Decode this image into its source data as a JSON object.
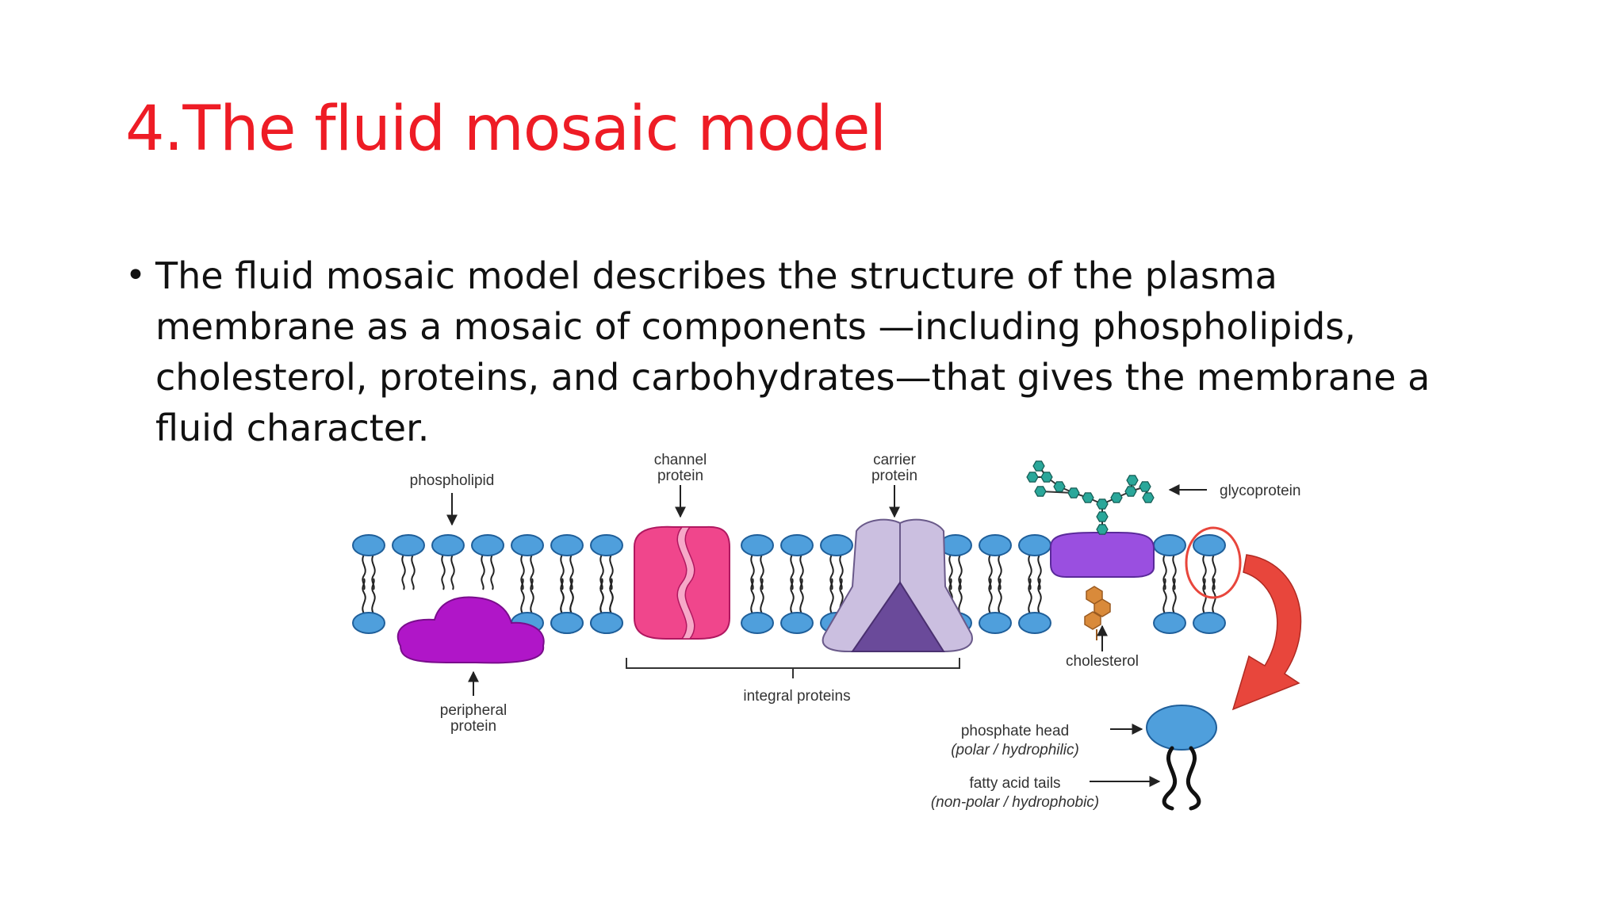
{
  "slide": {
    "title": "4.The fluid mosaic model",
    "bullet_marker": "•",
    "bullet_lines": [
      "The fluid mosaic model describes the structure of the plasma",
      "membrane as a mosaic of components —including phospholipids,",
      "cholesterol, proteins, and carbohydrates—that gives the membrane a",
      "fluid character."
    ]
  },
  "diagram": {
    "labels": {
      "phospholipid": "phospholipid",
      "channel_protein_1": "channel",
      "channel_protein_2": "protein",
      "carrier_protein_1": "carrier",
      "carrier_protein_2": "protein",
      "glycoprotein": "glycoprotein",
      "cholesterol": "cholesterol",
      "integral_proteins": "integral proteins",
      "peripheral_protein_1": "peripheral",
      "peripheral_protein_2": "protein",
      "phosphate_head": "phosphate head",
      "phosphate_head_note": "(polar / hydrophilic)",
      "fatty_acid_tails": "fatty acid tails",
      "fatty_acid_tails_note": "(non-polar / hydrophobic)"
    },
    "colors": {
      "phospholipid_head": "#4f9fdc",
      "peripheral_protein": "#b016c8",
      "channel_protein": "#f0468c",
      "carrier_protein": "#cbbfe0",
      "carrier_protein_dark": "#6a4a9a",
      "glycoprotein": "#9a4fe0",
      "glyco_chain": "#2aa79a",
      "cholesterol": "#d98a3a",
      "highlight_arrow": "#e8463c"
    }
  }
}
